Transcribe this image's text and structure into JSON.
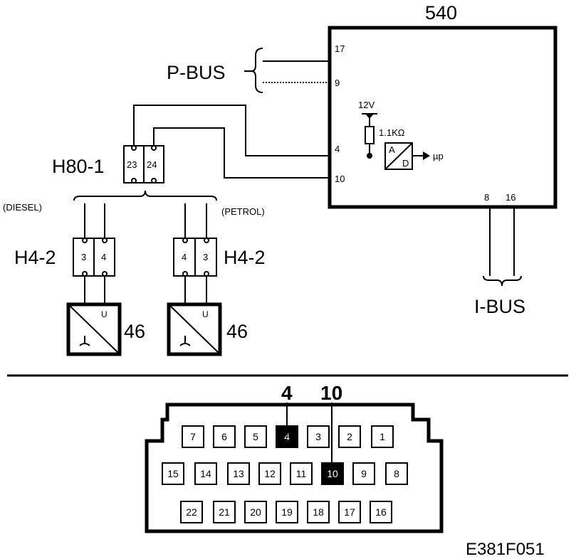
{
  "ecu": {
    "label": "540",
    "pin_17": "17",
    "pin_9": "9",
    "pin_4": "4",
    "pin_10": "10",
    "pin_8": "8",
    "pin_16": "16",
    "supply": "12V",
    "resistor": "1.1KΩ",
    "ad_a": "A",
    "ad_d": "D",
    "mu_p": "µp"
  },
  "buses": {
    "p_bus": "P-BUS",
    "i_bus": "I-BUS"
  },
  "connector_h80": {
    "label": "H80-1",
    "pin_a": "23",
    "pin_b": "24"
  },
  "diesel": {
    "caption": "(DIESEL)",
    "connector_label": "H4-2",
    "pin_a": "3",
    "pin_b": "4",
    "sensor_label": "46",
    "sensor_u": "U"
  },
  "petrol": {
    "caption": "(PETROL)",
    "connector_label": "H4-2",
    "pin_a": "4",
    "pin_b": "3",
    "sensor_label": "46",
    "sensor_u": "U"
  },
  "connector_face": {
    "callout_left": "4",
    "callout_right": "10",
    "row1": [
      "7",
      "6",
      "5",
      "4",
      "3",
      "2",
      "1"
    ],
    "row2": [
      "15",
      "14",
      "13",
      "12",
      "11",
      "10",
      "9",
      "8"
    ],
    "row3": [
      "22",
      "21",
      "20",
      "19",
      "18",
      "17",
      "16"
    ],
    "highlighted": [
      "4",
      "10"
    ]
  },
  "figure_code": "E381F051"
}
